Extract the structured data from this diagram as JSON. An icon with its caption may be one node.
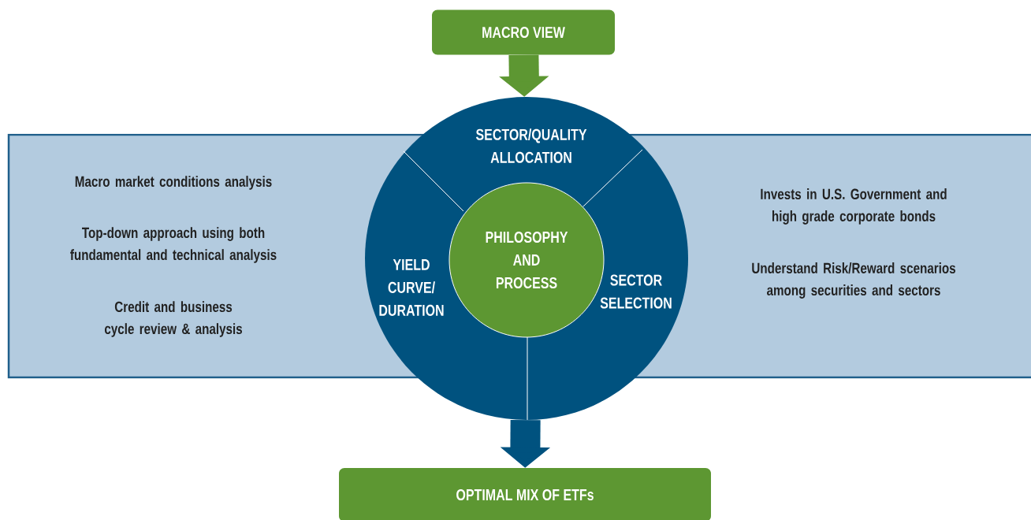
{
  "diagram": {
    "nodes": [
      {
        "text": [
          "MACRO VIEW"
        ]
      },
      {
        "text": [],
        "shape": "circle"
      },
      {
        "text": [
          "SECTOR/QUALITY ALLOCATION"
        ],
        "in": 1
      },
      {
        "text": [
          "YIELD CURVE/ DURATION"
        ],
        "in": 1
      },
      {
        "text": [
          "SECTOR SELECTION"
        ],
        "in": 1
      },
      {
        "text": [
          "PHILOSOPHY AND PROCESS"
        ],
        "in": 1
      },
      {
        "text": [
          "OPTIMAL MIX OF ETFs"
        ]
      }
    ],
    "edges": [
      {
        "from": 0,
        "to": 1,
        "arrow": "to",
        "color": "#5d9732"
      },
      {
        "from": 1,
        "to": 6,
        "arrow": "to",
        "color": "#00527f"
      }
    ],
    "labels": [
      "Macro market conditions analysis",
      "Top-down approach using both fundamental and technical analysis",
      "Credit and business cycle review & analysis",
      "Invests in U.S. Government and high grade corporate bonds",
      "Understand Risk/Reward scenarios among securities and sectors"
    ]
  }
}
